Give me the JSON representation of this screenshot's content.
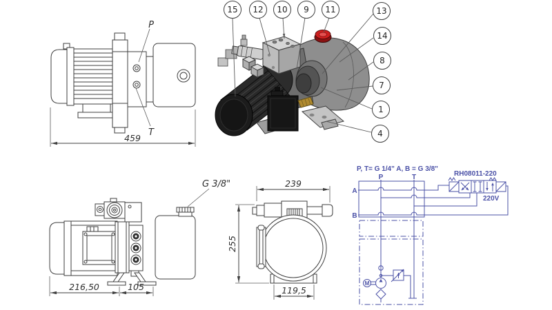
{
  "callouts": [
    "15",
    "12",
    "10",
    "9",
    "11",
    "13",
    "14",
    "8",
    "7",
    "1",
    "4"
  ],
  "side_view": {
    "dim_length": "459",
    "port_p": "P",
    "port_t": "T"
  },
  "side_view2": {
    "dim_body": "216,50",
    "dim_pump": "105",
    "fitting": "G 3/8\""
  },
  "end_view": {
    "dim_width": "239",
    "dim_height": "255",
    "dim_base": "119,5"
  },
  "schematic": {
    "note": "P, T= G 1/4\" A, B = G 3/8\"",
    "model": "RH08011-220",
    "voltage": "220V",
    "port_p": "P",
    "port_t": "T",
    "port_a": "A",
    "port_b": "B",
    "motor": "M"
  },
  "colors": {
    "drawing_line": "#3d3d3d",
    "schematic_blue": "#4a50a6",
    "filler_cap_red": "#c81c1c",
    "tank_gray": "#8f8f8f",
    "motor_black": "#1d1d1d"
  }
}
